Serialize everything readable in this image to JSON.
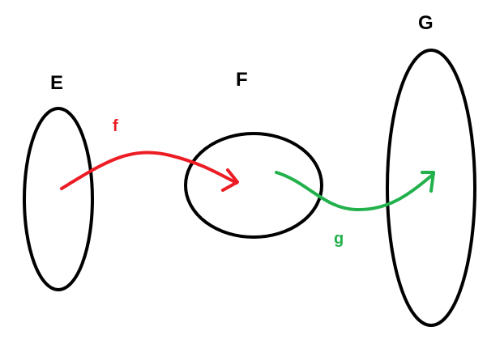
{
  "sets": {
    "E": {
      "label": "E"
    },
    "F": {
      "label": "F"
    },
    "G": {
      "label": "G"
    }
  },
  "maps": {
    "f": {
      "label": "f",
      "color": "#ed1c24"
    },
    "g": {
      "label": "g",
      "color": "#22b14c"
    }
  },
  "colors": {
    "outline": "#000000"
  }
}
